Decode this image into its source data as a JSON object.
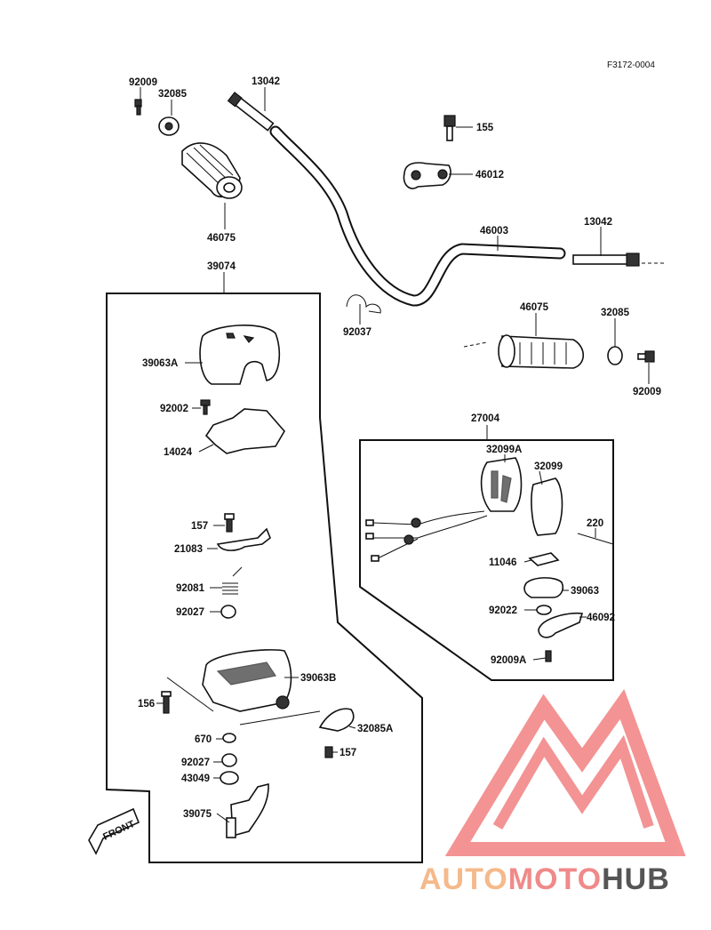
{
  "diagram_code": "F3172-0004",
  "labels": {
    "p92009_top": "92009",
    "p32085_top": "32085",
    "p13042_left": "13042",
    "p155": "155",
    "p46012": "46012",
    "p46075_top": "46075",
    "p46003": "46003",
    "p13042_right": "13042",
    "p39074": "39074",
    "p92037": "92037",
    "p46075_right": "46075",
    "p32085_right": "32085",
    "p92009_right": "92009",
    "p39063A": "39063A",
    "p92002": "92002",
    "p14024": "14024",
    "p27004": "27004",
    "p32099A": "32099A",
    "p32099": "32099",
    "p220": "220",
    "p157_a": "157",
    "p21083": "21083",
    "p11046": "11046",
    "p39063": "39063",
    "p92081": "92081",
    "p92022": "92022",
    "p46092": "46092",
    "p92027_a": "92027",
    "p92009A": "92009A",
    "p39063B": "39063B",
    "p156": "156",
    "p32085A": "32085A",
    "p670": "670",
    "p157_b": "157",
    "p92027_b": "92027",
    "p43049": "43049",
    "p39075": "39075"
  },
  "front_arrow": "FRONT",
  "watermark": {
    "part1": "AUTO",
    "part2": "MOTO",
    "part3": "HUB",
    "color1": "#f5b98a",
    "color2": "#f08a8a",
    "color3": "#555555",
    "logo_color": "#f07070"
  }
}
